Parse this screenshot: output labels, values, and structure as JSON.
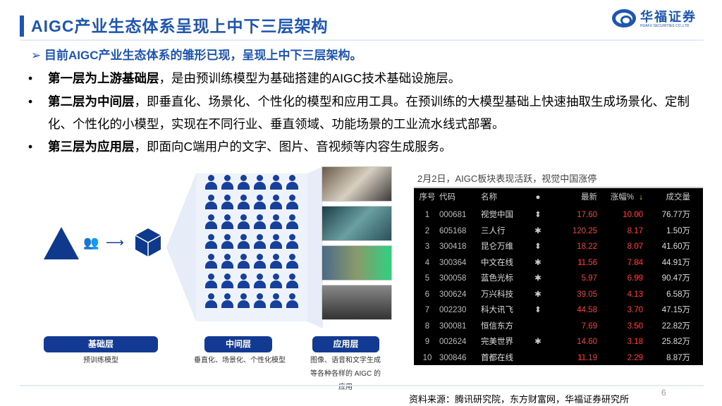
{
  "title": "AIGC产业生态体系呈现上中下三层架构",
  "logo": {
    "cn": "华福证券",
    "en": "HUAFU SECURITIES CO.,LTD."
  },
  "lead": "目前AIGC产业生态体系的雏形已现，呈现上中下三层架构。",
  "lead_icon": "arrow-right-icon",
  "bullets": [
    {
      "bold": "第一层为上游基础层",
      "text": "，是由预训练模型为基础搭建的AIGC技术基础设施层。"
    },
    {
      "bold": "第二层为中间层",
      "text": "，即垂直化、场景化、个性化的模型和应用工具。在预训练的大模型基础上快速抽取生成场景化、定制化、个性化的小模型，实现在不同行业、垂直领域、功能场景的工业流水线式部署。"
    },
    {
      "bold": "第三层为应用层",
      "text": "，即面向C端用户的文字、图片、音视频等内容生成服务。"
    }
  ],
  "diagram": {
    "layers": [
      {
        "label": "基础层",
        "desc": "预训练模型"
      },
      {
        "label": "中间层",
        "desc": "垂直化、场景化、个性化模型"
      },
      {
        "label": "应用层",
        "desc": "图像、语音和文字生成等各种各样的 AIGC 的应用"
      }
    ]
  },
  "table": {
    "caption": "2月2日，AIGC板块表现活跃，视觉中国涨停",
    "headers": [
      "序号",
      "代码",
      "名称",
      "●",
      "最新",
      "涨幅%",
      "成交量"
    ],
    "sort_icon": "arrow-down-icon",
    "colors": {
      "up": "#ff3b3b",
      "header_arrow": "#e8d000"
    },
    "rows": [
      [
        "1",
        "000681",
        "视觉中国",
        "⬍",
        "17.60",
        "10.00",
        "76.77万"
      ],
      [
        "2",
        "605168",
        "三人行",
        "✱",
        "120.25",
        "8.17",
        "1.50万"
      ],
      [
        "3",
        "300418",
        "昆仑万维",
        "⬍",
        "18.22",
        "8.07",
        "41.60万"
      ],
      [
        "4",
        "300364",
        "中文在线",
        "✱",
        "11.56",
        "7.84",
        "44.91万"
      ],
      [
        "5",
        "300058",
        "蓝色光标",
        "✱",
        "5.97",
        "6.99",
        "90.47万"
      ],
      [
        "6",
        "300624",
        "万兴科技",
        "✱",
        "39.05",
        "4.13",
        "6.58万"
      ],
      [
        "7",
        "002230",
        "科大讯飞",
        "⬍",
        "44.58",
        "3.70",
        "47.15万"
      ],
      [
        "8",
        "300081",
        "恒信东方",
        "",
        "7.69",
        "3.50",
        "22.82万"
      ],
      [
        "9",
        "002624",
        "完美世界",
        "✱",
        "14.60",
        "3.18",
        "25.82万"
      ],
      [
        "10",
        "300846",
        "首都在线",
        "",
        "11.19",
        "2.29",
        "8.87万"
      ]
    ]
  },
  "page_number": "6",
  "source": "资料来源：腾讯研究院，东方财富网，华福证券研究所"
}
